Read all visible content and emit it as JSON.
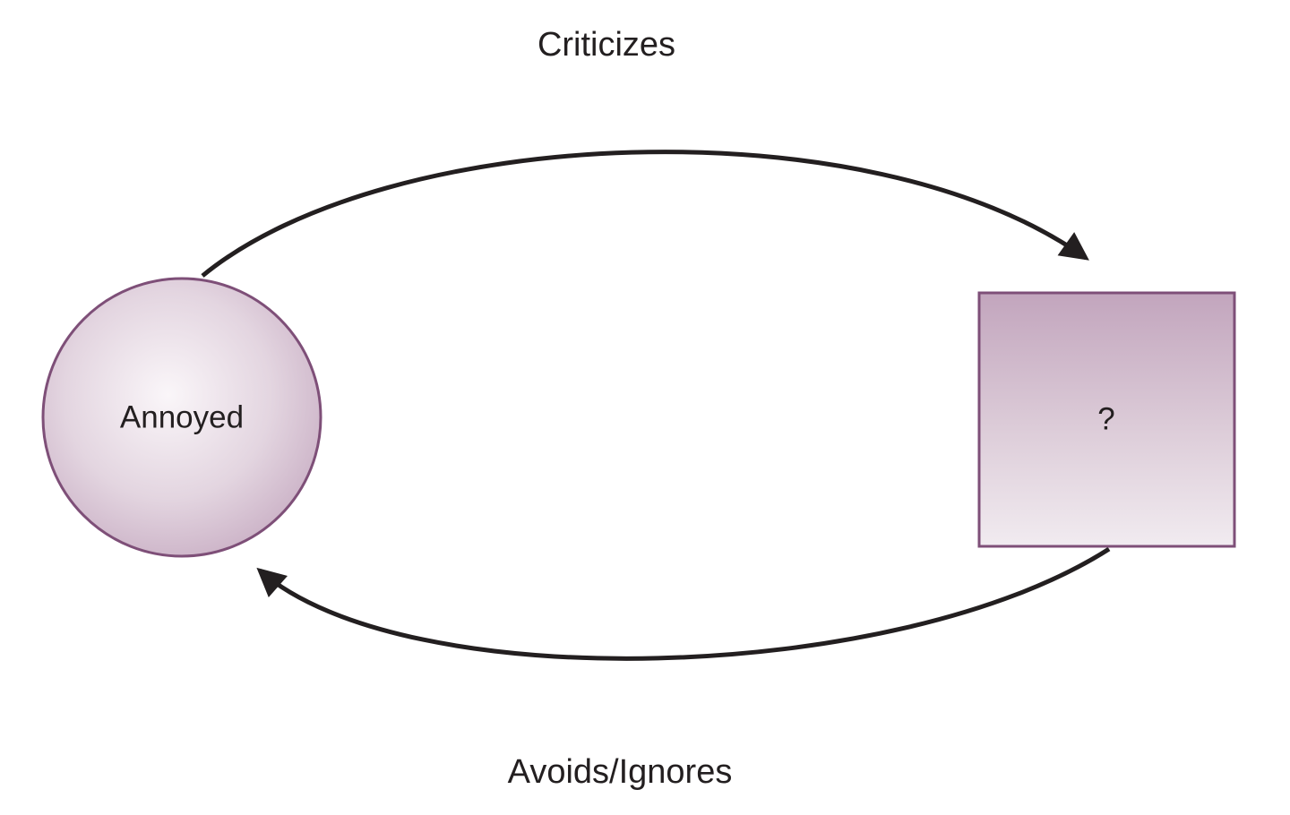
{
  "diagram": {
    "title": "",
    "nodes": {
      "annoyed": {
        "label": "Annoyed",
        "shape": "circle"
      },
      "unknown": {
        "label": "?",
        "shape": "square"
      }
    },
    "edges": {
      "top": {
        "label": "Criticizes",
        "from": "annoyed",
        "to": "unknown",
        "direction": "left-to-right"
      },
      "bottom": {
        "label": "Avoids/Ignores",
        "from": "unknown",
        "to": "annoyed",
        "direction": "right-to-left"
      }
    },
    "colors": {
      "background": "#ffffff",
      "node_border": "#7e4f78",
      "node_fill_highlight": "#faf6f9",
      "node_fill_edge": "#c5a9c0",
      "arrow": "#231f20",
      "text": "#231f20"
    }
  }
}
